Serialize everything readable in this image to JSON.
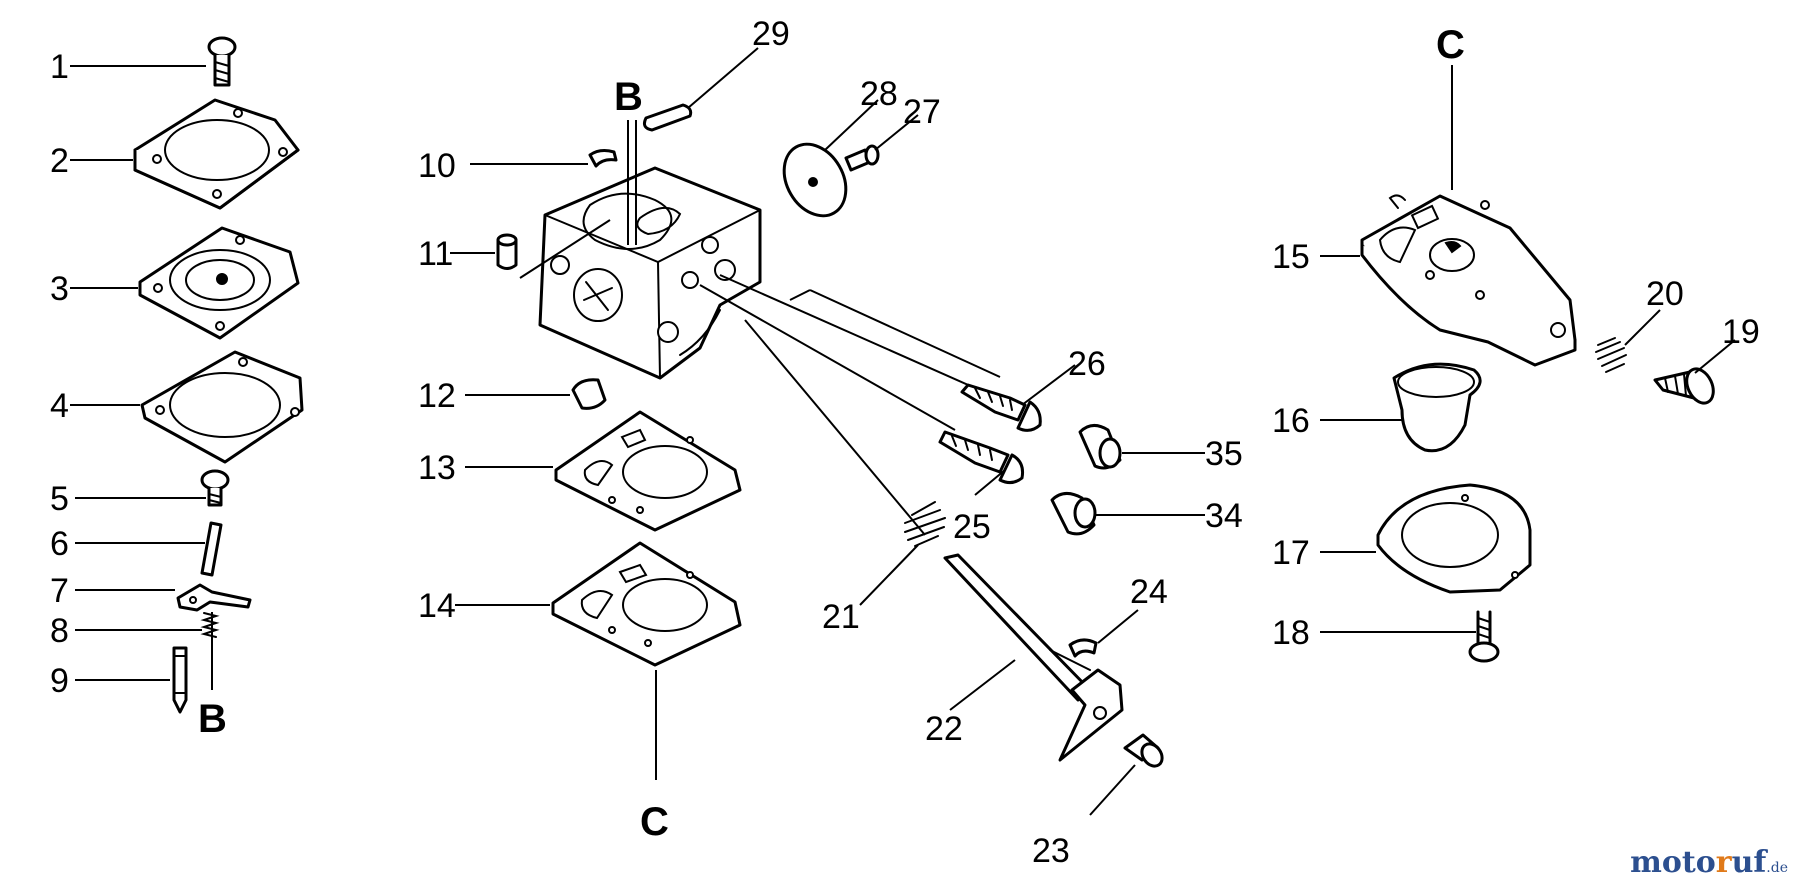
{
  "parts": [
    "1",
    "2",
    "3",
    "4",
    "5",
    "6",
    "7",
    "8",
    "9",
    "10",
    "11",
    "12",
    "13",
    "14",
    "15",
    "16",
    "17",
    "18",
    "19",
    "20",
    "21",
    "22",
    "23",
    "24",
    "25",
    "26",
    "27",
    "28",
    "29",
    "34",
    "35"
  ],
  "refs": [
    "B",
    "C"
  ],
  "watermark": {
    "text_main": "moto",
    "text_accent": "r",
    "text_end": "uf",
    "suffix": ".de"
  }
}
